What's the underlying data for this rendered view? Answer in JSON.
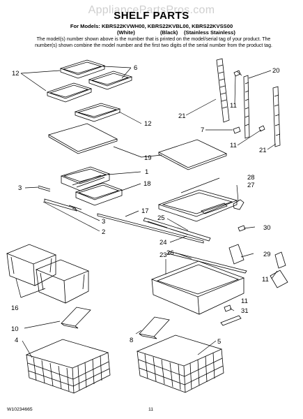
{
  "watermark": "AppliancePartsPros.com",
  "title": "SHELF PARTS",
  "models_line": "For Models: KBRS22KVWH00, KBRS22KVBL00, KBRS22KVSS00",
  "colors": {
    "white": "(White)",
    "black": "(Black)",
    "stainless": "(Stainless Stainless)"
  },
  "note": "The model(s) number shown above is the number that is printed on the model/serial tag of your product. The number(s) shown combine the model number and the first two digits of the serial number from the product tag.",
  "callouts": {
    "c1": "1",
    "c2": "2",
    "c3a": "3",
    "c3b": "3",
    "c4": "4",
    "c5": "5",
    "c6": "6",
    "c7": "7",
    "c8": "8",
    "c10": "10",
    "c11a": "11",
    "c11b": "11",
    "c11c": "11",
    "c11d": "11",
    "c12a": "12",
    "c12b": "12",
    "c16": "16",
    "c17": "17",
    "c18": "18",
    "c19": "19",
    "c20": "20",
    "c21a": "21",
    "c21b": "21",
    "c23": "23",
    "c24": "24",
    "c25": "25",
    "c26": "26",
    "c27": "27",
    "c28": "28",
    "c29": "29",
    "c30": "30",
    "c31": "31"
  },
  "footer": {
    "doc_number": "W10234665",
    "page": "11"
  }
}
